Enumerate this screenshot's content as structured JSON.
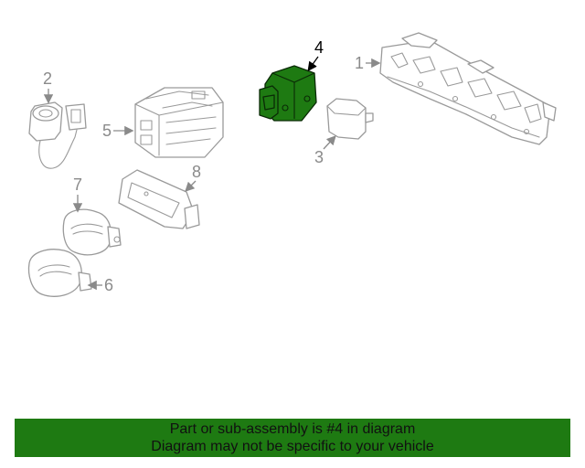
{
  "diagram": {
    "callouts": {
      "c1": "1",
      "c2": "2",
      "c3": "3",
      "c4": "4",
      "c5": "5",
      "c6": "6",
      "c7": "7",
      "c8": "8"
    },
    "highlight_callout": "4",
    "colors": {
      "highlight_fill": "#1e7a12",
      "line_gray": "#9a9a9a",
      "banner_bg": "#1e7a12"
    }
  },
  "banner": {
    "line1": "Part or sub-assembly is #4 in diagram",
    "line2": "Diagram may not be specific to your vehicle"
  }
}
